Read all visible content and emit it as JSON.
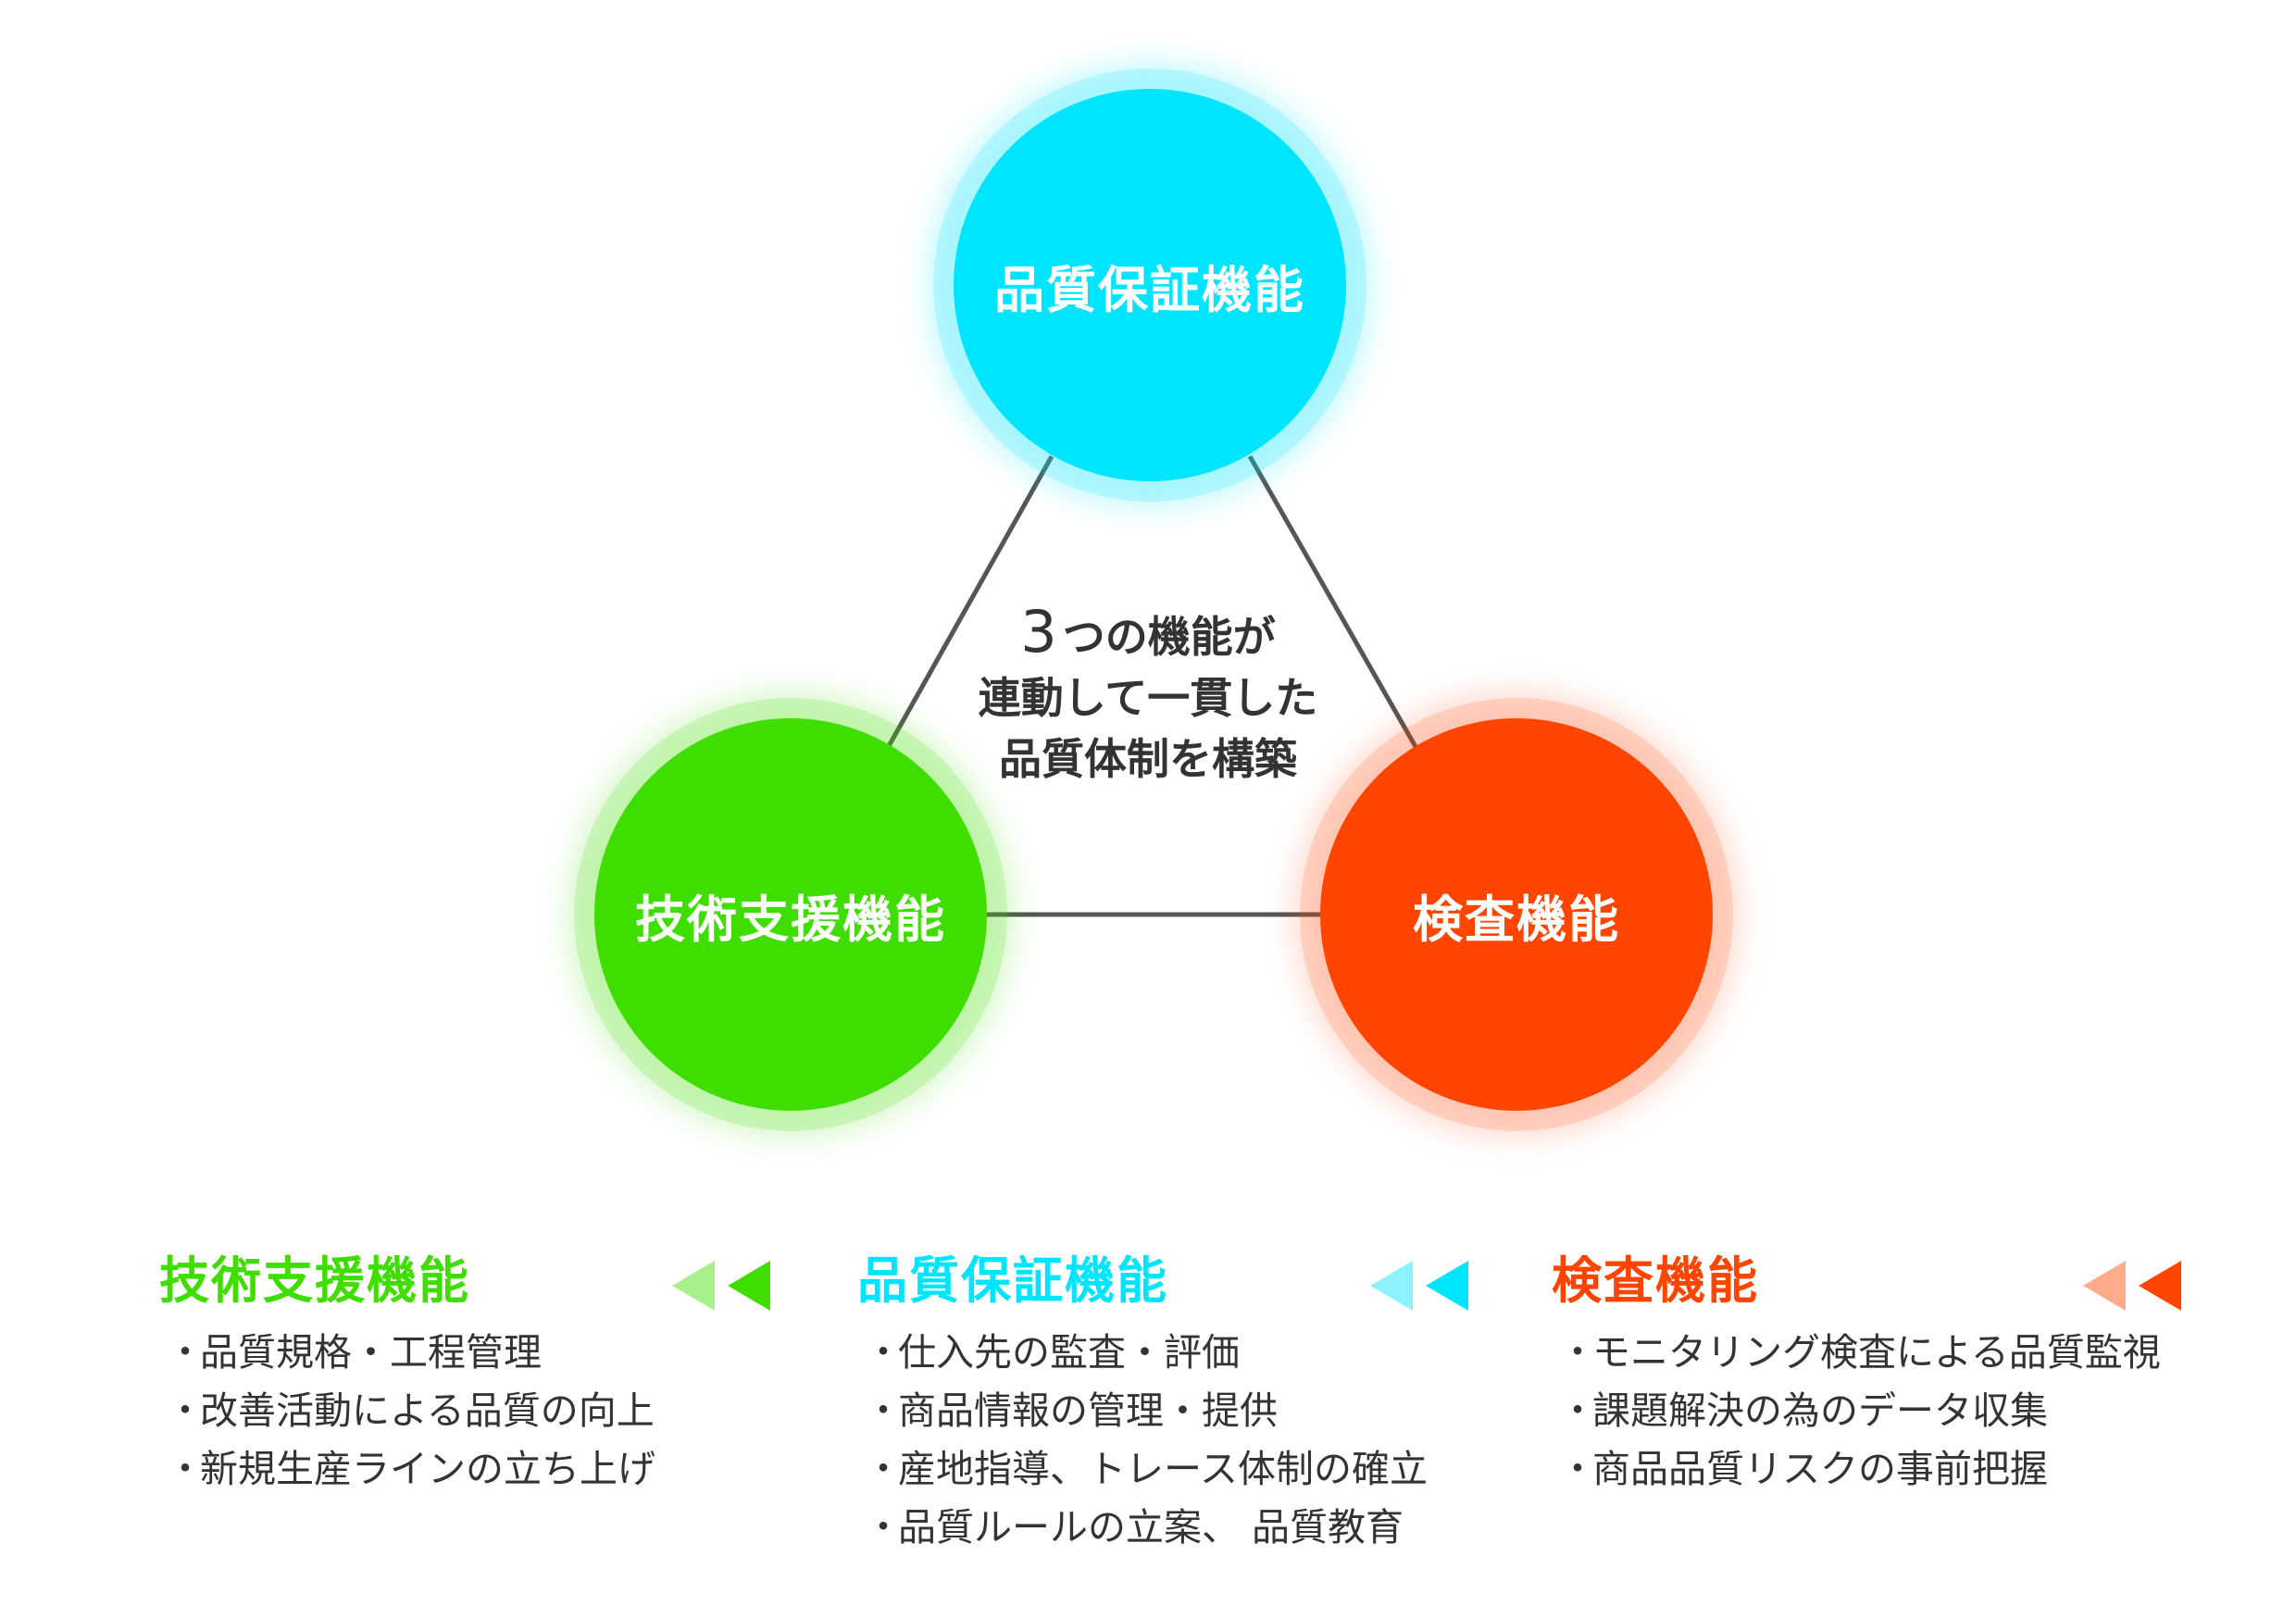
{
  "colors": {
    "qa": "#00e5ff",
    "tech": "#40de00",
    "inspection": "#ff4500",
    "text": "#333333",
    "line": "#555555"
  },
  "nodes": {
    "qa": "品質保証機能",
    "tech": "技術支援機能",
    "inspection": "検査機能"
  },
  "center": {
    "number": "3",
    "line1": "つの機能が",
    "line2": "連動して一貫した",
    "line3": "品質体制を構築"
  },
  "bullet": "・",
  "panels": {
    "tech": {
      "title": "技術支援機能",
      "items": [
        "品質規格・工程管理",
        "改善活動による品質の向上",
        "新規生産ラインの立ち上げ"
      ]
    },
    "qa": {
      "title": "品質保証機能",
      "items": [
        "仕入先の監査・評価",
        "商品情報の管理・提供",
        "産地指導、トレース体制の確立",
        "品質ルールの立案、 品質教育"
      ]
    },
    "inspection": {
      "title": "検査機能",
      "items": [
        "モニタリング検査による品質監視",
        "課題解決の為のデータ収集",
        "商品品質リスクの事前把握"
      ]
    }
  }
}
